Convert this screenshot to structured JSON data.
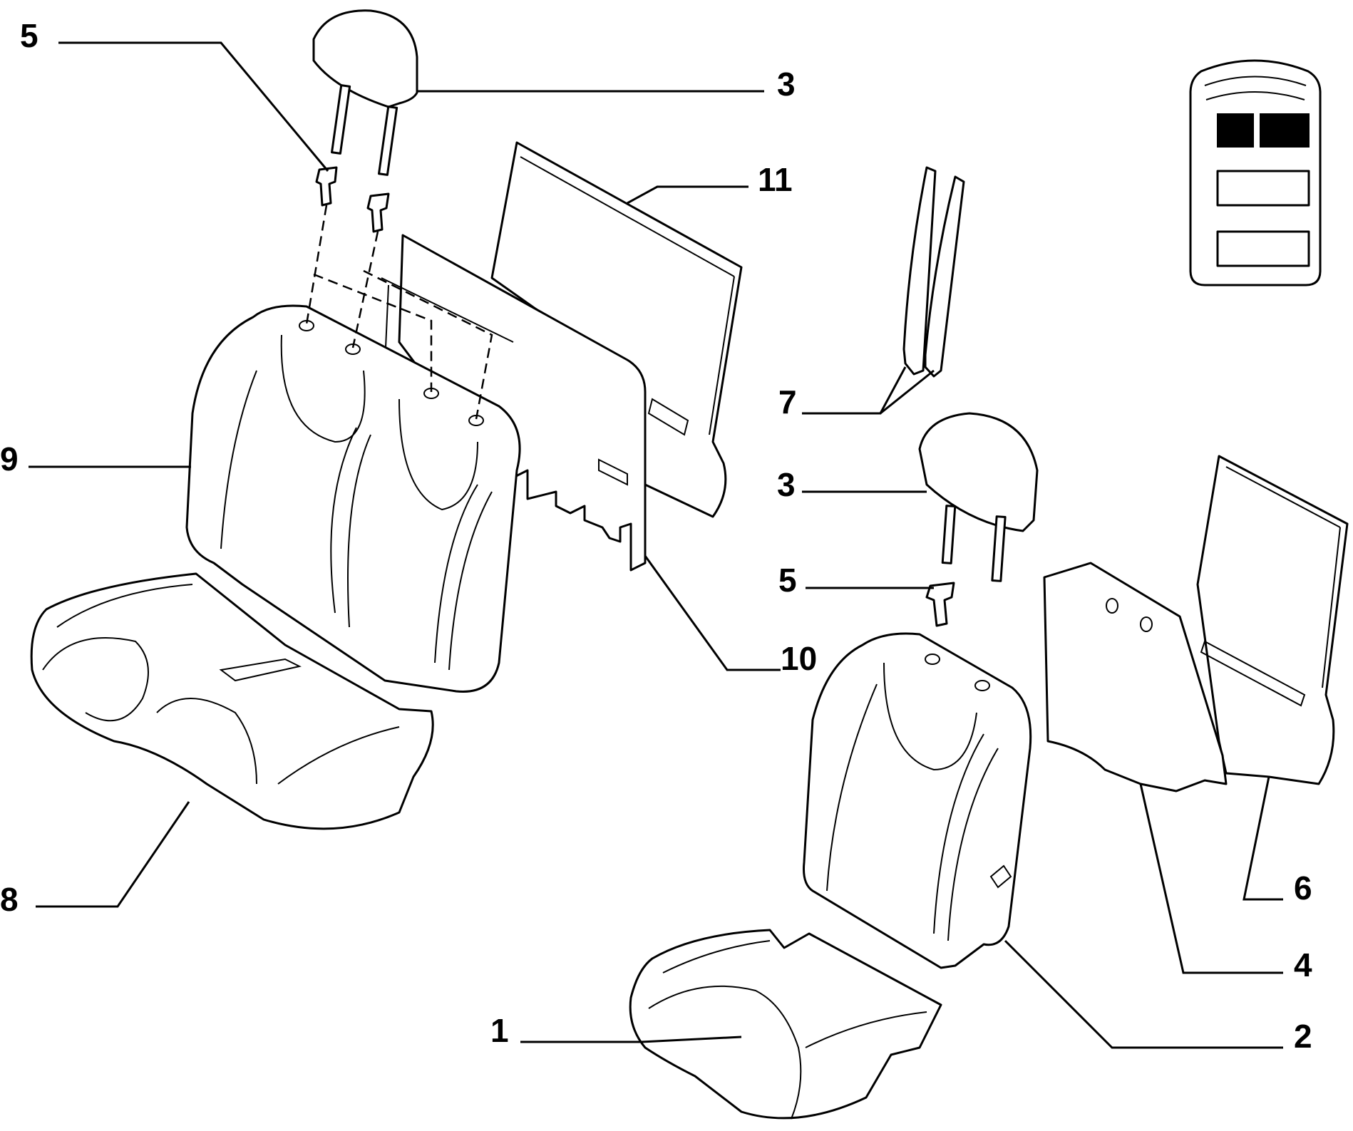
{
  "callouts": [
    {
      "id": "c5a",
      "label": "5"
    },
    {
      "id": "c3a",
      "label": "3"
    },
    {
      "id": "c11",
      "label": "11"
    },
    {
      "id": "c7",
      "label": "7"
    },
    {
      "id": "c9",
      "label": "9"
    },
    {
      "id": "c3b",
      "label": "3"
    },
    {
      "id": "c5b",
      "label": "5"
    },
    {
      "id": "c10",
      "label": "10"
    },
    {
      "id": "c8",
      "label": "8"
    },
    {
      "id": "c6",
      "label": "6"
    },
    {
      "id": "c4",
      "label": "4"
    },
    {
      "id": "c1",
      "label": "1"
    },
    {
      "id": "c2",
      "label": "2"
    }
  ],
  "locator": {
    "description_icon": "vehicle-seat-position-icon",
    "highlighted_row": "front",
    "rows": [
      {
        "position": "front",
        "state": "highlighted"
      },
      {
        "position": "middle",
        "state": "outline"
      },
      {
        "position": "rear",
        "state": "outline"
      }
    ]
  },
  "colors": {
    "line": "#000000",
    "background": "#ffffff"
  }
}
